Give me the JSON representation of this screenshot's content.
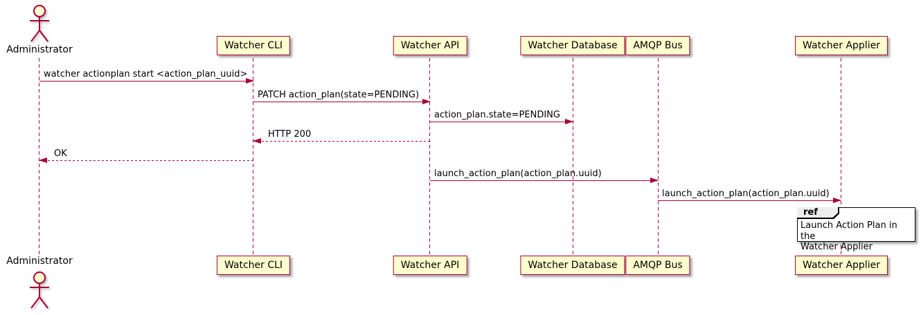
{
  "diagram": {
    "type": "sequence",
    "actor": {
      "name": "Administrator"
    },
    "participants": [
      {
        "name": "Watcher CLI"
      },
      {
        "name": "Watcher API"
      },
      {
        "name": "Watcher Database"
      },
      {
        "name": "AMQP Bus"
      },
      {
        "name": "Watcher Applier"
      }
    ],
    "messages": [
      {
        "text": "watcher actionplan start <action_plan_uuid>",
        "from": "Administrator",
        "to": "Watcher CLI",
        "line": "solid",
        "direction": "right"
      },
      {
        "text": "PATCH action_plan(state=PENDING)",
        "from": "Watcher CLI",
        "to": "Watcher API",
        "line": "solid",
        "direction": "right"
      },
      {
        "text": "action_plan.state=PENDING",
        "from": "Watcher API",
        "to": "Watcher Database",
        "line": "solid",
        "direction": "right"
      },
      {
        "text": "HTTP 200",
        "from": "Watcher API",
        "to": "Watcher CLI",
        "line": "dashed",
        "direction": "left"
      },
      {
        "text": "OK",
        "from": "Watcher CLI",
        "to": "Administrator",
        "line": "dashed",
        "direction": "left"
      },
      {
        "text": "launch_action_plan(action_plan.uuid)",
        "from": "Watcher API",
        "to": "AMQP Bus",
        "line": "solid",
        "direction": "right"
      },
      {
        "text": "launch_action_plan(action_plan.uuid)",
        "from": "AMQP Bus",
        "to": "Watcher Applier",
        "line": "solid",
        "direction": "right"
      }
    ],
    "ref_fragment": {
      "keyword": "ref",
      "over": "Watcher Applier",
      "lines": [
        "Launch Action Plan in the",
        "Watcher Applier"
      ]
    },
    "colors": {
      "participant_fill": "#FEFECE",
      "stroke": "#A80036",
      "text": "#000000",
      "ref_tab_fill": "#EEEEEE",
      "ref_border": "#000000",
      "background": "#FFFFFF"
    }
  }
}
